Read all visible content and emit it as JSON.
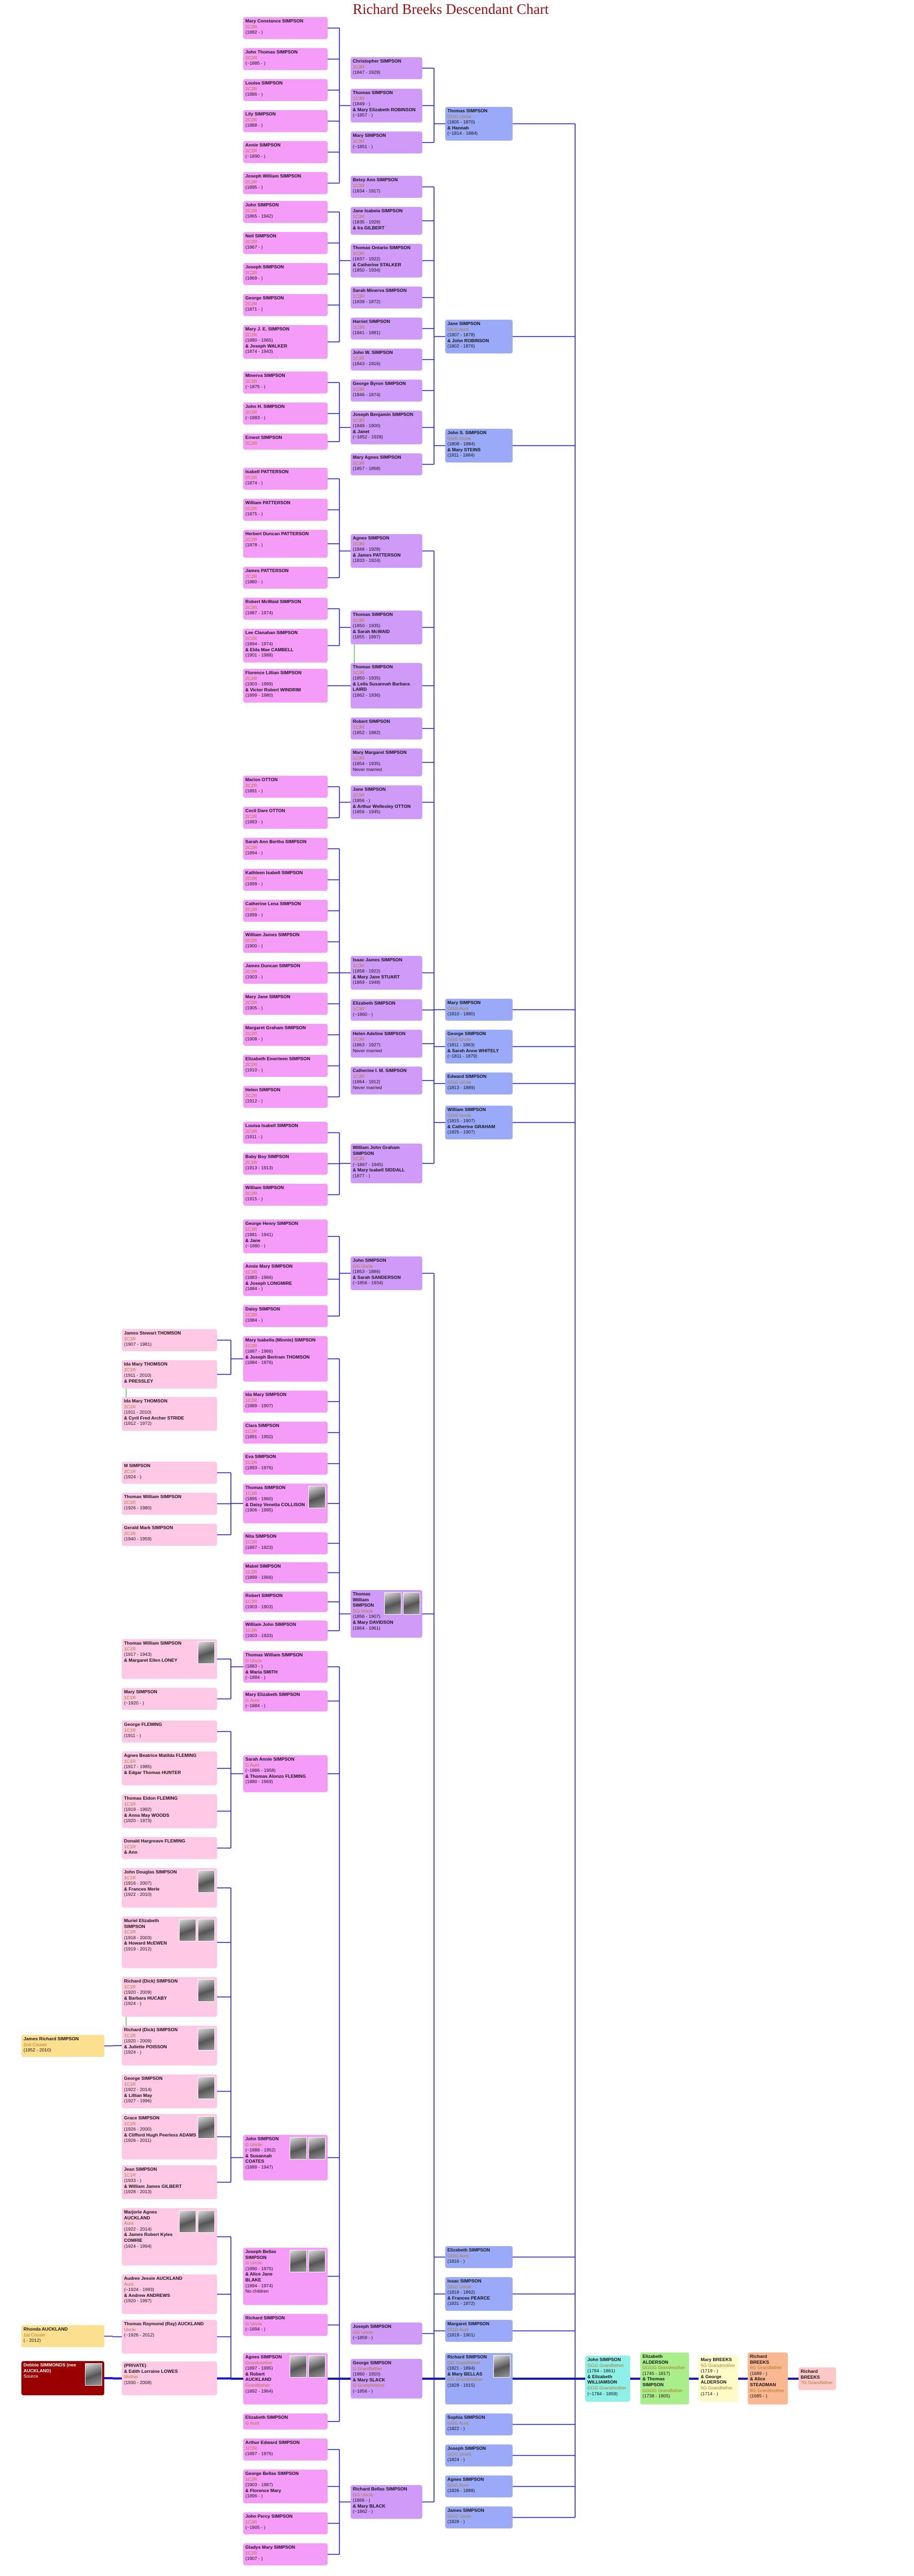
{
  "title": "Richard Breeks Descendant Chart",
  "colors": {
    "line": "#1414dc",
    "spouse_line": "#3cb43c",
    "relation_text": "#b07a20",
    "col_a": "#fde08f",
    "col_b": "#ffc8e4",
    "col_c": "#f59cf8",
    "col_d": "#d09bf8",
    "col_e": "#9aaaf8",
    "source": "#9a0000"
  },
  "col_c": [
    {
      "name": "Mary Constance SIMPSON",
      "rel": "2C2R",
      "dates": "(1882 - )"
    },
    {
      "name": "John Thomas SIMPSON",
      "rel": "2C2R",
      "dates": "(~1885 - )"
    },
    {
      "name": "Louisa SIMPSON",
      "rel": "2C2R",
      "dates": "(1886 - )"
    },
    {
      "name": "Lily SIMPSON",
      "rel": "2C2R",
      "dates": "(1888 - )"
    },
    {
      "name": "Annie SIMPSON",
      "rel": "2C2R",
      "dates": "(~1890 - )"
    },
    {
      "name": "Joseph William SIMPSON",
      "rel": "2C2R",
      "dates": "(1895 - )"
    },
    {
      "name": "John SIMPSON",
      "rel": "2C2R",
      "dates": "(1865 - 1942)"
    },
    {
      "name": "Neil SIMPSON",
      "rel": "2C2R",
      "dates": "(1867 - )"
    },
    {
      "name": "Joseph SIMPSON",
      "rel": "2C2R",
      "dates": "(1869 - )"
    },
    {
      "name": "George SIMPSON",
      "rel": "2C2R",
      "dates": "(1871 - )"
    },
    {
      "name": "Mary J. E. SIMPSON",
      "rel": "2C2R",
      "dates": "(1880 - 1965)",
      "spouse": "& Joseph WALKER",
      "spouse_dates": "(1874 - 1943)"
    },
    {
      "name": "Minerva SIMPSON",
      "rel": "2C2R",
      "dates": "(~1875 - )"
    },
    {
      "name": "John H. SIMPSON",
      "rel": "2C2R",
      "dates": "(~1883 - )"
    },
    {
      "name": "Ernest SIMPSON",
      "rel": "2C2R"
    },
    {
      "name": "Isabell PATTERSON",
      "rel": "2C2R",
      "dates": "(1874 - )"
    },
    {
      "name": "William PATTERSON",
      "rel": "2C2R",
      "dates": "(1875 - )"
    },
    {
      "name": "Herbert Duncan PATTERSON",
      "rel": "2C2R",
      "dates": "(1878 - )"
    },
    {
      "name": "James PATTERSON",
      "rel": "2C2R",
      "dates": "(1880 - )"
    },
    {
      "name": "Robert McWaid SIMPSON",
      "rel": "2C2R",
      "dates": "(1887 - 1974)"
    },
    {
      "name": "Lee Clanahan SIMPSON",
      "rel": "2C2R",
      "dates": "(1894 - 1974)",
      "spouse": "& Elda Mae CAMBELL",
      "spouse_dates": "(1901 - 1988)"
    },
    {
      "name": "Florence Lillian SIMPSON",
      "rel": "2C2R",
      "dates": "(1903 - 1999)",
      "spouse": "& Victor Robert WINDRIM",
      "spouse_dates": "(1899 - 1980)"
    },
    {
      "name": "Marion OTTON",
      "rel": "2C2R",
      "dates": "(1891 - )"
    },
    {
      "name": "Cecil Dare OTTON",
      "rel": "2C2R",
      "dates": "(1893 - )"
    },
    {
      "name": "Sarah Ann Bertha SIMPSON",
      "rel": "2C2R",
      "dates": "(1894 - )"
    },
    {
      "name": "Kathleen Isabell SIMPSON",
      "rel": "2C2R",
      "dates": "(1899 - )"
    },
    {
      "name": "Catherine Lena SIMPSON",
      "rel": "2C2R",
      "dates": "(1899 - )"
    },
    {
      "name": "William James SIMPSON",
      "rel": "2C2R",
      "dates": "(1900 - )"
    },
    {
      "name": "James Duncan SIMPSON",
      "rel": "2C2R",
      "dates": "(1903 - )"
    },
    {
      "name": "Mary Jane SIMPSON",
      "rel": "2C2R",
      "dates": "(1905 - )"
    },
    {
      "name": "Margaret Graham SIMPSON",
      "rel": "2C2R",
      "dates": "(1908 - )"
    },
    {
      "name": "Elizabeth Emerteen SIMPSON",
      "rel": "2C2R",
      "dates": "(1910 - )"
    },
    {
      "name": "Helen SIMPSON",
      "rel": "2C2R",
      "dates": "(1912 - )"
    },
    {
      "name": "Louisa Isabell SIMPSON",
      "rel": "2C2R",
      "dates": "(1911 - )"
    },
    {
      "name": "Baby Boy SIMPSON",
      "rel": "2C2R",
      "dates": "(1913 - 1913)"
    },
    {
      "name": "William SIMPSON",
      "rel": "2C2R",
      "dates": "(1915 - )"
    },
    {
      "name": "George Henry SIMPSON",
      "rel": "1C2R",
      "dates": "(1881 - 1941)",
      "spouse": "& Jane",
      "spouse_dates": "(~1880 - )"
    },
    {
      "name": "Annie Mary SIMPSON",
      "rel": "1C2R",
      "dates": "(1883 - 1966)",
      "spouse": "& Joseph LONGMIRE",
      "spouse_dates": "(1884 - )"
    },
    {
      "name": "Daisy SIMPSON",
      "rel": "1C2R",
      "dates": "(1884 - )"
    },
    {
      "name": "Mary Isabella (Minnie) SIMPSON",
      "rel": "1C2R",
      "dates": "(1887 - 1966)",
      "spouse": "& Joseph Bertram THOMSON",
      "spouse_dates": "(1884 - 1976)"
    },
    {
      "name": "Ida Mary SIMPSON",
      "rel": "1C2R",
      "dates": "(1889 - 1907)"
    },
    {
      "name": "Clara SIMPSON",
      "rel": "1C2R",
      "dates": "(1891 - 1950)"
    },
    {
      "name": "Eva SIMPSON",
      "rel": "1C2R",
      "dates": "(1893 - 1976)"
    },
    {
      "name": "Thomas SIMPSON",
      "rel": "1C2R",
      "dates": "(1895 - 1960)",
      "spouse": "& Daisy Venetta COLLISON",
      "spouse_dates": "(1906 - 1995)",
      "photos": 1
    },
    {
      "name": "Nita SIMPSON",
      "rel": "1C2R",
      "dates": "(1897 - 1923)"
    },
    {
      "name": "Mabel SIMPSON",
      "rel": "1C2R",
      "dates": "(1899 - 1966)"
    },
    {
      "name": "Robert SIMPSON",
      "rel": "1C2R",
      "dates": "(1903 - 1903)"
    },
    {
      "name": "William John SIMPSON",
      "rel": "1C2R",
      "dates": "(1903 - 1933)"
    },
    {
      "name": "Thomas William SIMPSON",
      "rel": "G Uncle",
      "dates": "(1883 - )",
      "spouse": "& Maria SMITH",
      "spouse_dates": "(~1884 - )"
    },
    {
      "name": "Mary Elizabeth SIMPSON",
      "rel": "G Aunt",
      "dates": "(~1884 - )"
    },
    {
      "name": "Sarah Annie SIMPSON",
      "rel": "G Aunt",
      "dates": "(~1886 - 1958)",
      "spouse": "& Thomas Alonzo FLEMING",
      "spouse_dates": "(1880 - 1969)"
    },
    {
      "name": "John SIMPSON",
      "rel": "G Uncle",
      "dates": "(~1888 - 1952)",
      "spouse": "& Susannah COATES",
      "spouse_dates": "(1889 - 1947)",
      "photos": 2
    },
    {
      "name": "Joseph Bellas SIMPSON",
      "rel": "G Uncle",
      "dates": "(1890 - 1975)",
      "spouse": "& Alice Jane BLAKE",
      "spouse_dates": "(1894 - 1974)",
      "note": "No children",
      "photos": 2
    },
    {
      "name": "Richard SIMPSON",
      "rel": "G Uncle",
      "dates": "(~1894 - )"
    },
    {
      "name": "Agnes SIMPSON",
      "rel": "Grandmother",
      "dates": "(1897 - 1995)",
      "spouse": "& Robert AUCKLAND",
      "spouse_rel": "Grandfather",
      "spouse_dates": "(1892 - 1964)",
      "photos": 2
    },
    {
      "name": "Elizabeth SIMPSON",
      "rel": "G Aunt"
    },
    {
      "name": "Arthur Edward SIMPSON",
      "rel": "1C2R",
      "dates": "(1897 - 1976)"
    },
    {
      "name": "George Bellas SIMPSON",
      "rel": "1C2R",
      "dates": "(1903 - 1987)",
      "spouse": "& Florence Mary",
      "spouse_dates": "(1896 - )"
    },
    {
      "name": "John Percy SIMPSON",
      "rel": "1C2R",
      "dates": "(~1905 - )"
    },
    {
      "name": "Gladys Mary SIMPSON",
      "rel": "1C2R",
      "dates": "(1907 - )"
    }
  ],
  "col_d": [
    {
      "name": "Christopher SIMPSON",
      "rel": "1C3R",
      "dates": "(1847 - 1929)"
    },
    {
      "name": "Thomas SIMPSON",
      "rel": "1C3R",
      "dates": "(1849 - )",
      "spouse": "& Mary Elizabeth ROBINSON",
      "spouse_dates": "(~1857 - )"
    },
    {
      "name": "Mary SIMPSON",
      "rel": "1C3R",
      "dates": "(~1851 - )"
    },
    {
      "name": "Betsy Ann SIMPSON",
      "rel": "1C3R",
      "dates": "(1834 - 1917)"
    },
    {
      "name": "Jane Isabela SIMPSON",
      "rel": "1C3R",
      "dates": "(1835 - 1929)",
      "spouse": "& Ira GILBERT"
    },
    {
      "name": "Thomas Ontario SIMPSON",
      "rel": "1C3R",
      "dates": "(1837 - 1922)",
      "spouse": "& Catherine STALKER",
      "spouse_dates": "(1850 - 1934)"
    },
    {
      "name": "Sarah Minerva SIMPSON",
      "rel": "1C3R",
      "dates": "(1839 - 1872)"
    },
    {
      "name": "Harriet SIMPSON",
      "rel": "1C3R",
      "dates": "(1841 - 1881)"
    },
    {
      "name": "John W. SIMPSON",
      "rel": "1C3R",
      "dates": "(1843 - 1916)"
    },
    {
      "name": "George Byron SIMPSON",
      "rel": "1C3R",
      "dates": "(1846 - 1874)"
    },
    {
      "name": "Joseph Benjamin SIMPSON",
      "rel": "1C3R",
      "dates": "(1849 - 1900)",
      "spouse": "& Janet",
      "spouse_dates": "(~1852 - 1928)"
    },
    {
      "name": "Mary Agnes SIMPSON",
      "rel": "1C3R",
      "dates": "(1857 - 1858)"
    },
    {
      "name": "Agnes SIMPSON",
      "rel": "1C3R",
      "dates": "(1848 - 1928)",
      "spouse": "& James PATTERSON",
      "spouse_dates": "(1833 - 1924)"
    },
    {
      "name": "Thomas SIMPSON",
      "rel": "1C3R",
      "dates": "(1850 - 1935)",
      "spouse": "& Sarah McWAID",
      "spouse_dates": "(1855 - 1897)"
    },
    {
      "name": "Thomas SIMPSON",
      "rel": "1C3R",
      "dates": "(1850 - 1935)",
      "spouse": "& Leila Susannah Barbara LAIRD",
      "spouse_dates": "(1862 - 1936)"
    },
    {
      "name": "Robert SIMPSON",
      "rel": "1C3R",
      "dates": "(1852 - 1882)"
    },
    {
      "name": "Mary Margaret SIMPSON",
      "rel": "1C3R",
      "dates": "(1854 - 1935)",
      "note": "Never married"
    },
    {
      "name": "Jane SIMPSON",
      "rel": "1C3R",
      "dates": "(1856 - )",
      "spouse": "& Arthur Wellesley OTTON",
      "spouse_dates": "(1856 - 1945)"
    },
    {
      "name": "Isaac James SIMPSON",
      "rel": "1C3R",
      "dates": "(1858 - 1922)",
      "spouse": "& Mary Jane STUART",
      "spouse_dates": "(1869 - 1948)"
    },
    {
      "name": "Elizabeth SIMPSON",
      "rel": "1C3R",
      "dates": "(~1860 - )"
    },
    {
      "name": "Helen Adeline SIMPSON",
      "rel": "1C3R",
      "dates": "(1863 - 1927)",
      "note": "Never married"
    },
    {
      "name": "Catherine I. M. SIMPSON",
      "rel": "1C3R",
      "dates": "(1864 - 1912)",
      "note": "Never married"
    },
    {
      "name": "William John Graham SIMPSON",
      "rel": "1C3R",
      "dates": "(~1867 - 1945)",
      "spouse": "& Mary Isabell SIDDALL",
      "spouse_dates": "(1877 - )"
    },
    {
      "name": "John SIMPSON",
      "rel": "GG Uncle",
      "dates": "(1853 - 1886)",
      "spouse": "& Sarah SANDERSON",
      "spouse_dates": "(~1856 - 1934)"
    },
    {
      "name": "Thomas William SIMPSON",
      "rel": "GG Uncle",
      "dates": "(1856 - 1907)",
      "spouse": "& Mary DAVIDSON",
      "spouse_dates": "(1864 - 1961)",
      "photos": 2
    },
    {
      "name": "Joseph SIMPSON",
      "rel": "GG Uncle",
      "dates": "(~1859 - )"
    },
    {
      "name": "George SIMPSON",
      "rel": "G Grandfather",
      "dates": "(1860 - 1910)",
      "spouse": "& Mary SLACK",
      "spouse_rel": "G Grandmother",
      "spouse_dates": "(~1856 - )"
    },
    {
      "name": "Richard Bellas SIMPSON",
      "rel": "GG Uncle",
      "dates": "(1866 - )",
      "spouse": "& Mary BLACK",
      "spouse_dates": "(~1862 - )"
    }
  ],
  "col_e": [
    {
      "name": "Thomas SIMPSON",
      "rel": "GGG Uncle",
      "dates": "(1805 - 1870)",
      "spouse": "& Hannah",
      "spouse_dates": "(~1814 - 1884)"
    },
    {
      "name": "Jane SIMPSON",
      "rel": "GGG Aunt",
      "dates": "(1807 - 1878)",
      "spouse": "& John ROBINSON",
      "spouse_dates": "(1802 - 1876)"
    },
    {
      "name": "John S. SIMPSON",
      "rel": "GGG Uncle",
      "dates": "(1808 - 1884)",
      "spouse": "& Mary STEINS",
      "spouse_dates": "(1811 - 1884)"
    },
    {
      "name": "Mary SIMPSON",
      "rel": "GGG Aunt",
      "dates": "(1810 - 1880)"
    },
    {
      "name": "George SIMPSON",
      "rel": "GGG Uncle",
      "dates": "(1811 - 1863)",
      "spouse": "& Sarah Anne WHITELY",
      "spouse_dates": "(~1811 - 1879)"
    },
    {
      "name": "Edward SIMPSON",
      "rel": "GGG Uncle",
      "dates": "(1813 - 1889)"
    },
    {
      "name": "William SIMPSON",
      "rel": "GGG Uncle",
      "dates": "(1815 - 1907)",
      "spouse": "& Catherine GRAHAM",
      "spouse_dates": "(1825 - 1907)"
    },
    {
      "name": "Elizabeth SIMPSON",
      "rel": "GGG Aunt",
      "dates": "(1816 - )"
    },
    {
      "name": "Isaac SIMPSON",
      "rel": "GGG Uncle",
      "dates": "(1818 - 1892)",
      "spouse": "& Frances PEARCE",
      "spouse_dates": "(1831 - 1872)"
    },
    {
      "name": "Margaret SIMPSON",
      "rel": "GGG Aunt",
      "dates": "(1819 - 1901)"
    },
    {
      "name": "Richard SIMPSON",
      "rel": "GG Grandfather",
      "dates": "(1821 - 1894)",
      "spouse": "& Mary BELLAS",
      "spouse_rel": "GG Grandmother",
      "spouse_dates": "(1828 - 1915)",
      "photos": 1
    },
    {
      "name": "Sophia SIMPSON",
      "rel": "GGG Aunt",
      "dates": "(1822 - )"
    },
    {
      "name": "Joseph SIMPSON",
      "rel": "GGG Uncle",
      "dates": "(1824 - )"
    },
    {
      "name": "Agnes SIMPSON",
      "rel": "GGG Aunt",
      "dates": "(1826 - 1888)"
    },
    {
      "name": "James SIMPSON",
      "rel": "GGG Uncle",
      "dates": "(1828 - )"
    }
  ],
  "col_b": [
    {
      "name": "James Stewart THOMSON",
      "rel": "2C1R",
      "dates": "(1907 - 1981)"
    },
    {
      "name": "Ida Mary THOMSON",
      "rel": "2C1R",
      "dates": "(1911 - 2010)",
      "spouse": "& PRESSLEY"
    },
    {
      "name": "Ida Mary THOMSON",
      "rel": "2C1R",
      "dates": "(1911 - 2010)",
      "spouse": "& Cyril Fred Archer STRIDE",
      "spouse_dates": "(1912 - 1972)"
    },
    {
      "name": "M SIMPSON",
      "rel": "2C1R",
      "dates": "(1924 - )"
    },
    {
      "name": "Thomas William SIMPSON",
      "rel": "2C1R",
      "dates": "(1926 - 1980)"
    },
    {
      "name": "Gerald Mark SIMPSON",
      "rel": "2C1R",
      "dates": "(1940 - 1959)"
    },
    {
      "name": "Thomas William SIMPSON",
      "rel": "1C1R",
      "dates": "(1917 - 1943)",
      "spouse": "& Margaret Ellen LONEY",
      "photos": 1
    },
    {
      "name": "Mary SIMPSON",
      "rel": "1C1R",
      "dates": "(~1920 - )"
    },
    {
      "name": "George FLEMING",
      "rel": "1C1R",
      "dates": "(1911 - )"
    },
    {
      "name": "Agnes Beatrice Matilda FLEMING",
      "rel": "1C1R",
      "dates": "(1917 - 1985)",
      "spouse": "& Edgar Thomas HUNTER"
    },
    {
      "name": "Thomas Eldon FLEMING",
      "rel": "1C1R",
      "dates": "(1919 - 1992)",
      "spouse": "& Anna May WOODS",
      "spouse_dates": "(1920 - 1973)"
    },
    {
      "name": "Donald Hargreave FLEMING",
      "rel": "1C1R",
      "spouse": "& Ann"
    },
    {
      "name": "John Douglas SIMPSON",
      "rel": "1C1R",
      "dates": "(1916 - 2007)",
      "spouse": "& Frances Merle",
      "spouse_dates": "(1922 - 2010)",
      "photos": 1
    },
    {
      "name": "Muriel Elizabeth SIMPSON",
      "rel": "1C1R",
      "dates": "(1918 - 2003)",
      "spouse": "& Howard McEWEN",
      "spouse_dates": "(1919 - 2012)",
      "photos": 2
    },
    {
      "name": "Richard (Dick) SIMPSON",
      "rel": "1C1R",
      "dates": "(1920 - 2009)",
      "spouse": "& Barbara HUCABY",
      "spouse_dates": "(1924 - )",
      "photos": 1
    },
    {
      "name": "Richard (Dick) SIMPSON",
      "rel": "1C1R",
      "dates": "(1920 - 2009)",
      "spouse": "& Juliette POISSON",
      "spouse_dates": "(1924 - )",
      "photos": 1
    },
    {
      "name": "George SIMPSON",
      "rel": "1C1R",
      "dates": "(1922 - 2014)",
      "spouse": "& Lillian May",
      "spouse_dates": "(1927 - 1996)",
      "photos": 1
    },
    {
      "name": "Grace SIMPSON",
      "rel": "1C1R",
      "dates": "(1926 - 2000)",
      "spouse": "& Clifford Hugh Peerless ADAMS",
      "spouse_dates": "(1926 - 2011)",
      "photos": 1
    },
    {
      "name": "Jean SIMPSON",
      "rel": "1C1R",
      "dates": "(1933 - )",
      "spouse": "& William James GILBERT",
      "spouse_dates": "(1928 - 2013)"
    },
    {
      "name": "Marjorie Agnes AUCKLAND",
      "rel": "Aunt",
      "dates": "(1922 - 2014)",
      "spouse": "& James Robert Kyles COMRIE",
      "spouse_dates": "(1924 - 1994)",
      "photos": 2
    },
    {
      "name": "Audree Jessie AUCKLAND",
      "rel": "Aunt",
      "dates": "(~1924 - 1993)",
      "spouse": "& Andrew ANDREWS",
      "spouse_dates": "(1920 - 1997)"
    },
    {
      "name": "Thomas Raymond (Ray) AUCKLAND",
      "rel": "Uncle",
      "dates": "(~1926 - 2012)"
    },
    {
      "name": "(PRIVATE)",
      "spouse": "& Edith Lorraine LOWES",
      "spouse_rel": "Mother",
      "spouse_dates": "(1930 - 2008)"
    }
  ],
  "col_a": [
    {
      "name": "James Richard SIMPSON",
      "rel": "2nd Cousin",
      "dates": "(1952 - 2010)"
    },
    {
      "name": "Rhonda AUCKLAND",
      "rel": "1st Cousin",
      "dates": "( - 2012)"
    },
    {
      "name": "Debbie SIMMONDS (nee AUCKLAND)",
      "rel": "Source",
      "photos": 1
    }
  ],
  "ancestors": [
    {
      "name": "John SIMPSON",
      "rel": "GGG Grandfather",
      "dates": "(1784 - 1861)",
      "spouse": "& Elizabeth WILLIAMSON",
      "spouse_rel": "GGG Grandmother",
      "spouse_dates": "(~1784 - 1859)",
      "color": "#8ef0e8"
    },
    {
      "name": "Elizabeth ALDERSON",
      "rel": "GGGG Grandmother",
      "dates": "(1745 - 1817)",
      "spouse": "& Thomas SIMPSON",
      "spouse_rel": "GGGG Grandfather",
      "spouse_dates": "(1738 - 1805)",
      "color": "#aaee8c"
    },
    {
      "name": "Mary BREEKS",
      "rel": "5G Grandmother",
      "dates": "(1719 - )",
      "spouse": "& George ALDERSON",
      "spouse_rel": "5G Grandfather",
      "spouse_dates": "(1714 - )",
      "color": "#fdfcc8"
    },
    {
      "name": "Richard BREEKS",
      "rel": "6G Grandfather",
      "dates": "(1689 - )",
      "spouse": "& Alice STEADMAN",
      "spouse_rel": "6G Grandmother",
      "spouse_dates": "(1685 - )",
      "color": "#f9b892"
    },
    {
      "name": "Richard BREEKS",
      "rel": "7G Grandfather",
      "color": "#fcc8c8"
    }
  ]
}
